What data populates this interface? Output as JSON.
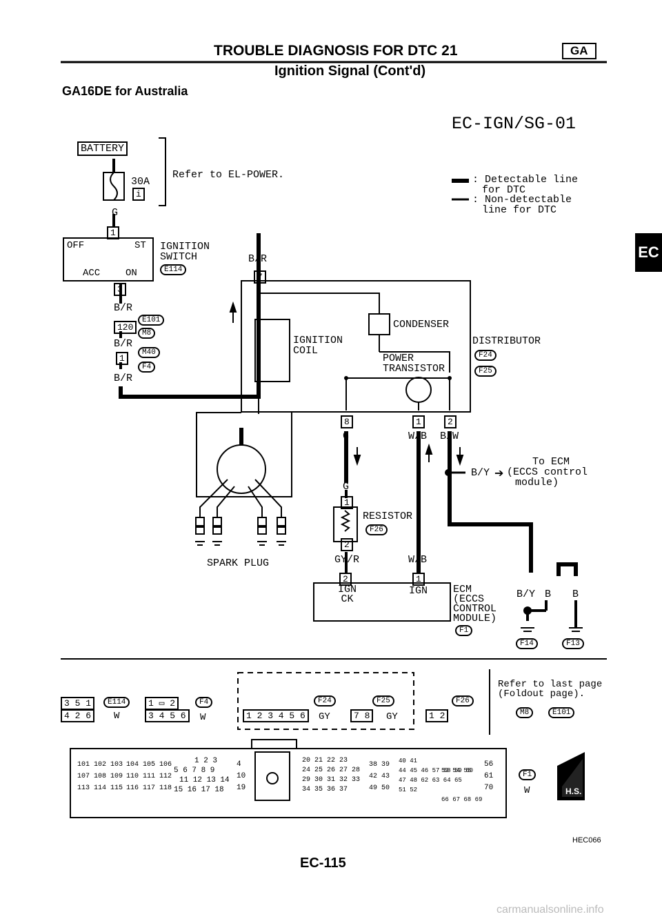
{
  "header": {
    "title": "TROUBLE DIAGNOSIS FOR DTC 21",
    "badge": "GA",
    "subtitle": "Ignition Signal (Cont'd)",
    "variant": "GA16DE for Australia",
    "diagram_code": "EC-IGN/SG-01",
    "side_tab": "EC"
  },
  "legend": {
    "detectable": ": Detectable line",
    "detectable_2": "for DTC",
    "non_detectable": ": Non-detectable",
    "non_detectable_2": "line for DTC"
  },
  "power": {
    "battery": "BATTERY",
    "fuse_amp": "30A",
    "fuse_num": "i",
    "refer": "Refer to EL-POWER.",
    "wire_g": "G"
  },
  "ignition_switch": {
    "label": "IGNITION",
    "label_2": "SWITCH",
    "code": "E114",
    "off": "OFF",
    "st": "ST",
    "acc": "ACC",
    "on": "ON",
    "pin1": "1",
    "pin3": "3"
  },
  "harness": {
    "br_1": "B/R",
    "br_2": "B/R",
    "br_3": "B/R",
    "br_top": "B/R",
    "pin120": "120",
    "pin1": "1",
    "e101": "E101",
    "m8": "M8",
    "m40": "M40",
    "f4": "F4"
  },
  "distributor": {
    "label": "DISTRIBUTOR",
    "f24": "F24",
    "f25": "F25",
    "condenser": "CONDENSER",
    "coil": "IGNITION",
    "coil_2": "COIL",
    "pt": "POWER",
    "pt_2": "TRANSISTOR",
    "pin7": "7",
    "pin8": "8",
    "pin1": "1",
    "pin2": "2",
    "wire_g": "G",
    "wire_wb": "W/B",
    "wire_bw": "B/W"
  },
  "spark": {
    "label": "SPARK PLUG"
  },
  "resistor": {
    "label": "RESISTOR",
    "code": "F26",
    "wire_g": "G",
    "pin1": "1",
    "pin2": "2",
    "wire_gyr": "GY/R",
    "wire_wb": "W/B"
  },
  "to_ecm": {
    "wire": "B/Y",
    "text": "To ECM",
    "text_2": "(ECCS control",
    "text_3": "module)"
  },
  "ecm": {
    "pin2": "2",
    "pin1": "1",
    "ign_ck": "IGN",
    "ign_ck_2": "CK",
    "ign": "IGN",
    "label": "ECM",
    "label_2": "(ECCS",
    "label_3": "CONTROL",
    "label_4": "MODULE)",
    "code": "F1",
    "by": "B/Y",
    "b1": "B",
    "b2": "B",
    "f14": "F14",
    "f13": "F13"
  },
  "connectors": {
    "e114_code": "E114",
    "e114_row1": "3 5 1",
    "e114_row2": "4 2 6",
    "e114_color": "W",
    "f4_code": "F4",
    "f4_row1": "1 ▭ 2",
    "f4_row2": "3 4 5 6",
    "f4_color": "W",
    "f24_code": "F24",
    "f24_pins": "1 2 3 4 5 6",
    "f24_color": "GY",
    "f25_code": "F25",
    "f25_pins": "7 8",
    "f25_color": "GY",
    "f26_code": "F26",
    "f26_pins": "1 2",
    "refer_last": "Refer to last page",
    "refer_last_2": "(Foldout page).",
    "m8": "M8",
    "e101": "E101",
    "f1_code": "F1",
    "f1_color": "W",
    "hs": "H.S."
  },
  "ecm_connector": {
    "block_a": [
      "101 102 103",
      "107 108 109",
      "113 114 115"
    ],
    "block_b": [
      "104 105 106",
      "110 111 112",
      "116 117 118"
    ],
    "block_c": [
      "1 2 3",
      "5 6 7 8 9",
      "11 12 13 14",
      "15 16 17 18"
    ],
    "block_d": [
      "4",
      "10",
      "19"
    ],
    "block_e": [
      "20 21 22 23",
      "24 25 26 27 28",
      "29 30 31 32 33",
      "34 35 36 37"
    ],
    "block_f": [
      "38 39",
      "42 43",
      "49 50"
    ],
    "block_g": [
      "40 41",
      "44 45 46 57 58 59 60",
      "47 48 62 63 64 65",
      "51 52"
    ],
    "block_h": [
      "53 54 55",
      "66 67 68 69"
    ],
    "block_i": [
      "56",
      "61",
      "70"
    ]
  },
  "footer": {
    "ref": "HEC066",
    "page": "EC-115",
    "watermark": "carmanualsonline.info"
  }
}
